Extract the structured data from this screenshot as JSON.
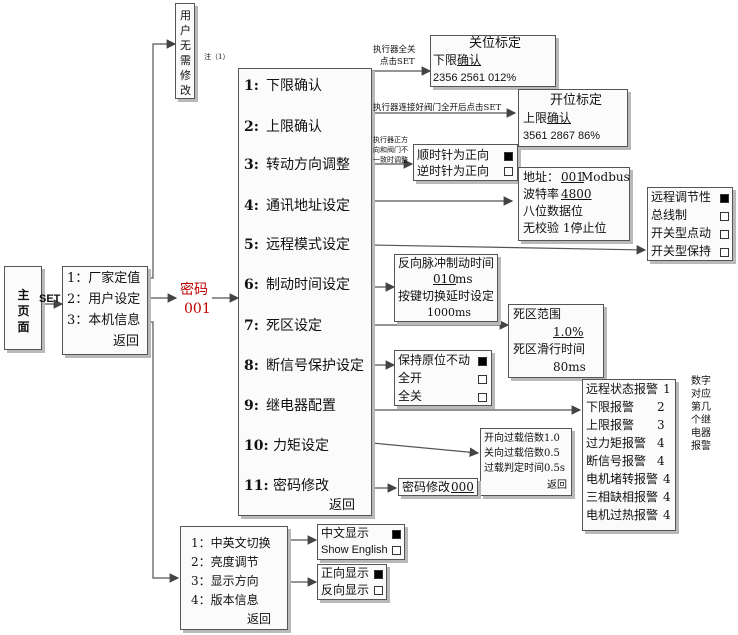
{
  "home": {
    "label": "主页面",
    "set": "SET"
  },
  "main_menu": {
    "items": [
      "1：厂家定值",
      "2：用户设定",
      "3：本机信息"
    ],
    "back": "返回"
  },
  "password": {
    "label": "密码",
    "value": "001"
  },
  "user_no_modify": {
    "label": "用户无需修改",
    "note": "注（1）"
  },
  "factory_menu": {
    "items": [
      {
        "num": "1:",
        "label": "下限确认"
      },
      {
        "num": "2:",
        "label": "上限确认"
      },
      {
        "num": "3:",
        "label": "转动方向调整"
      },
      {
        "num": "4:",
        "label": "通讯地址设定"
      },
      {
        "num": "5:",
        "label": "远程模式设定"
      },
      {
        "num": "6:",
        "label": "制动时间设定"
      },
      {
        "num": "7:",
        "label": "死区设定"
      },
      {
        "num": "8:",
        "label": "断信号保护设定"
      },
      {
        "num": "9:",
        "label": "继电器配置"
      },
      {
        "num": "10:",
        "label": "力矩设定"
      },
      {
        "num": "11:",
        "label": "密码修改"
      }
    ],
    "back": "返回"
  },
  "close_calib": {
    "note1": "执行器全关",
    "note2": "点击SET",
    "title": "关位标定",
    "line1": "下限确认",
    "line1_prefix": "下限",
    "line1_u": "确认",
    "values": "2356 2561   012%"
  },
  "open_calib": {
    "note": "执行器连接好阀门全开后点击SET",
    "title": "开位标定",
    "line1_prefix": "上限",
    "line1_u": "确认",
    "values": "3561 2867  86%"
  },
  "direction": {
    "note1": "执行器正方",
    "note2": "向和阀门不",
    "note3": "一致时调整",
    "opt1": "顺时针为正向",
    "opt2": "逆时针为正向"
  },
  "comm": {
    "addr_prefix": "地址：",
    "addr_value": "001",
    "addr_suffix": " Modbus",
    "baud_prefix": "波特率",
    "baud_value": "4800",
    "data_bits": "八位数据位",
    "parity": "无校验  1停止位"
  },
  "remote_mode": {
    "options": [
      "远程调节性",
      "总线制",
      "开关型点动",
      "开关型保持"
    ]
  },
  "brake": {
    "line1": "反向脉冲制动时间",
    "value1": "010",
    "unit1": "ms",
    "line2": "按键切换延时设定",
    "value2": "1000ms"
  },
  "deadband": {
    "title": "死区范围",
    "value": "1.0%",
    "title2": "死区滑行时间",
    "value2": "80ms"
  },
  "signal_loss": {
    "options": [
      "保持原位不动",
      "全开",
      "全关"
    ]
  },
  "relay": {
    "items": [
      {
        "label": "远程状态报警",
        "value": "1"
      },
      {
        "label": "下限报警",
        "value": "2"
      },
      {
        "label": "上限报警",
        "value": "3"
      },
      {
        "label": "过力矩报警",
        "value": "4"
      },
      {
        "label": "断信号报警",
        "value": "4"
      },
      {
        "label": "电机堵转报警",
        "value": "4"
      },
      {
        "label": "三相缺相报警",
        "value": "4"
      },
      {
        "label": "电机过热报警",
        "value": "4"
      }
    ],
    "note": "数字对应第几个继电器报警"
  },
  "torque": {
    "lines": [
      "开向过载倍数1.0",
      "关向过载倍数0.5",
      "过载判定时间0.5s"
    ],
    "back": "返回"
  },
  "pwd_change": {
    "label": "密码修改",
    "value": "000"
  },
  "settings_menu": {
    "items": [
      "1：中英文切换",
      "2：亮度调节",
      "3：显示方向",
      "4：版本信息"
    ],
    "back": "返回"
  },
  "language": {
    "options": [
      "中文显示",
      "Show English"
    ]
  },
  "display_dir": {
    "options": [
      "正向显示",
      "反向显示"
    ]
  }
}
